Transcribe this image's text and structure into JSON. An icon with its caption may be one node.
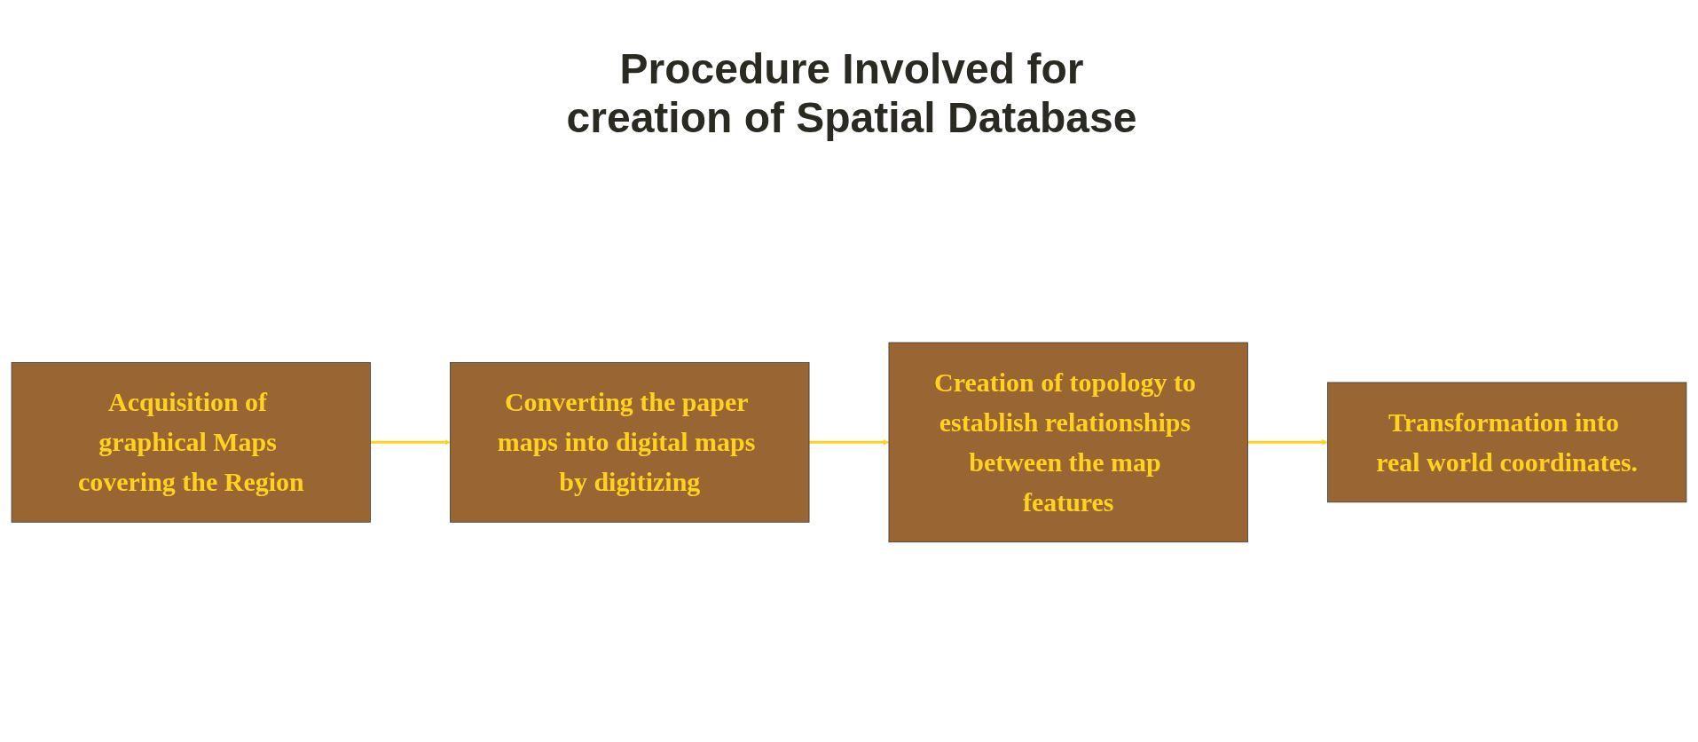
{
  "diagram": {
    "title": "Procedure Involved for creation of Spatial Database",
    "nodes": [
      {
        "text": [
          "Acquisition of graphical Maps covering the Region"
        ]
      },
      {
        "text": [
          "Converting the paper maps into digital maps by digitizing"
        ]
      },
      {
        "text": [
          "Creation of topology to establish relationships between the map features"
        ]
      },
      {
        "text": [
          "Transformation into real world coordinates."
        ]
      }
    ],
    "edges": [
      {
        "from": 0,
        "to": 1,
        "arrow": "to"
      },
      {
        "from": 1,
        "to": 2,
        "arrow": "to"
      },
      {
        "from": 2,
        "to": 3,
        "arrow": "to"
      }
    ]
  }
}
